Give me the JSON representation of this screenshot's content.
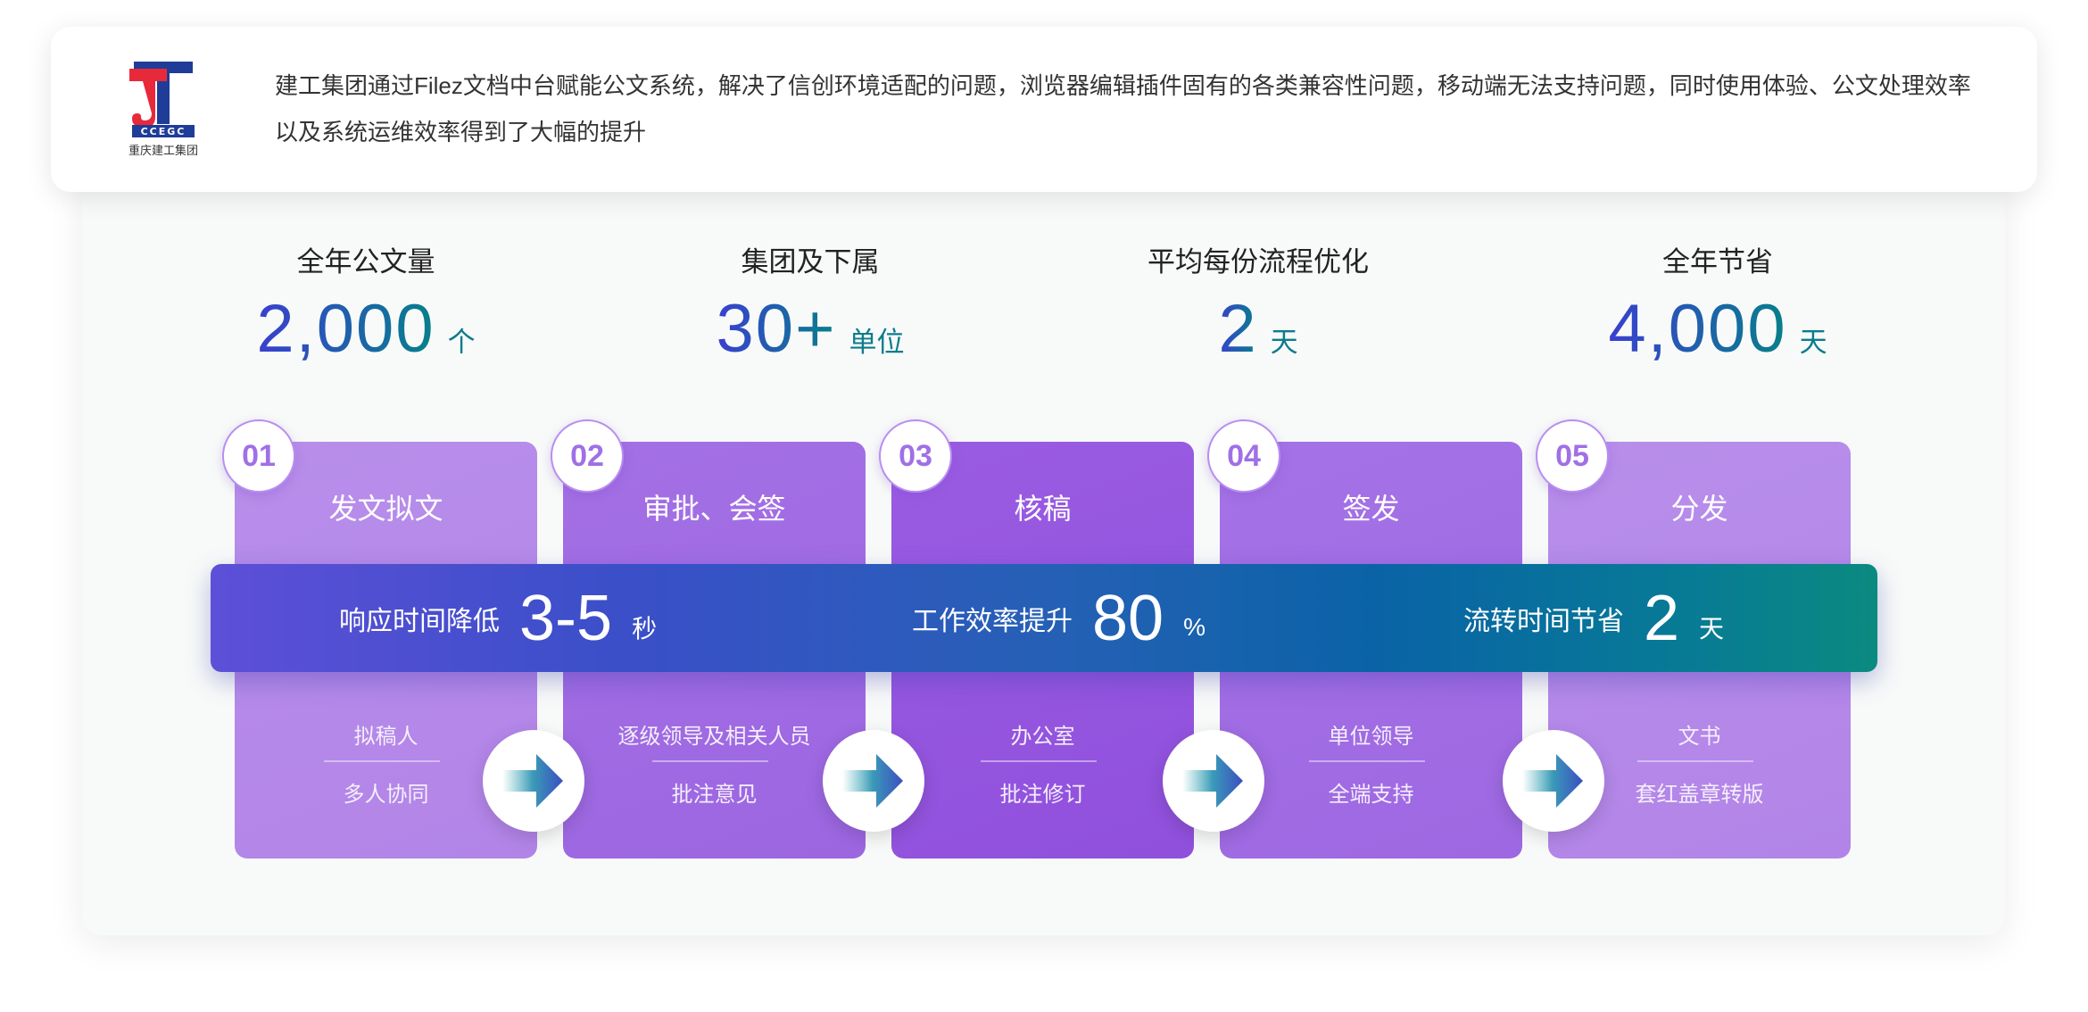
{
  "header": {
    "logo_text": "CCEGC",
    "logo_caption": "重庆建工集团",
    "intro": "建工集团通过Filez文档中台赋能公文系统，解决了信创环境适配的问题，浏览器编辑插件固有的各类兼容性问题，移动端无法支持问题，同时使用体验、公文处理效率以及系统运维效率得到了大幅的提升"
  },
  "stats": [
    {
      "label": "全年公文量",
      "value": "2,000",
      "unit": "个"
    },
    {
      "label": "集团及下属",
      "value": "30+",
      "unit": "单位"
    },
    {
      "label": "平均每份流程优化",
      "value": "2",
      "unit": "天"
    },
    {
      "label": "全年节省",
      "value": "4,000",
      "unit": "天"
    }
  ],
  "steps": [
    {
      "num": "01",
      "title": "发文拟文",
      "role": "拟稿人",
      "feature": "多人协同"
    },
    {
      "num": "02",
      "title": "审批、会签",
      "role": "逐级领导及相关人员",
      "feature": "批注意见"
    },
    {
      "num": "03",
      "title": "核稿",
      "role": "办公室",
      "feature": "批注修订"
    },
    {
      "num": "04",
      "title": "签发",
      "role": "单位领导",
      "feature": "全端支持"
    },
    {
      "num": "05",
      "title": "分发",
      "role": "文书",
      "feature": "套红盖章转版"
    }
  ],
  "banner": [
    {
      "label": "响应时间降低",
      "value": "3-5",
      "unit": "秒"
    },
    {
      "label": "工作效率提升",
      "value": "80",
      "unit": "%"
    },
    {
      "label": "流转时间节省",
      "value": "2",
      "unit": "天"
    }
  ],
  "colors": {
    "card_light": "#b68be9",
    "card_mid": "#a06ae3",
    "card_dark": "#9655e0",
    "accent_blue": "#3a3fd0",
    "accent_teal": "#06808a"
  }
}
